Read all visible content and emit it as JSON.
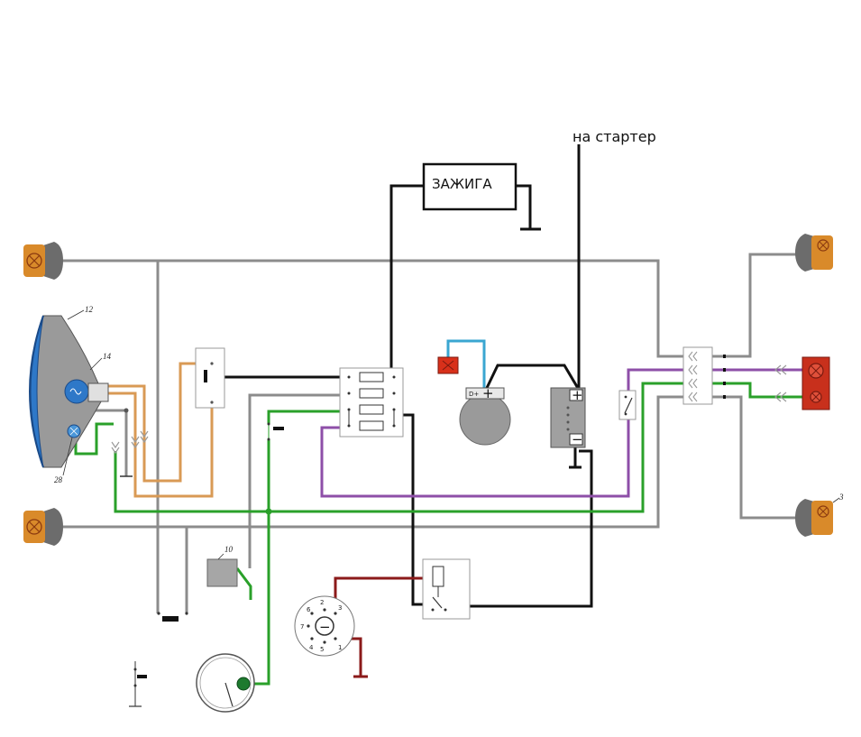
{
  "labels": {
    "starter": "на стартер",
    "ignition": "ЗАЖИГА"
  },
  "parts": {
    "headlight": "12",
    "bulb": "14",
    "parking_bulb": "28",
    "regulator": "10",
    "rear_turn_right": "3"
  },
  "terminals": {
    "generator_d": "D+",
    "generator_plus": "+",
    "battery_plus": "+",
    "battery_minus": "−",
    "ignition_center": "−",
    "switch_pins": [
      "1",
      "2",
      "3",
      "4",
      "5",
      "6",
      "7"
    ]
  },
  "colors": {
    "gray": "#8c8c8c",
    "black": "#111111",
    "green": "#2aa02a",
    "purple": "#8e4fa8",
    "orange": "#d99a55",
    "darkred": "#8b1a1a",
    "cyan": "#3aa6d1",
    "turn_lamp": "#d98a2a",
    "tail_lamp": "#c8301c",
    "headlight_blue": "#2e78c8"
  }
}
